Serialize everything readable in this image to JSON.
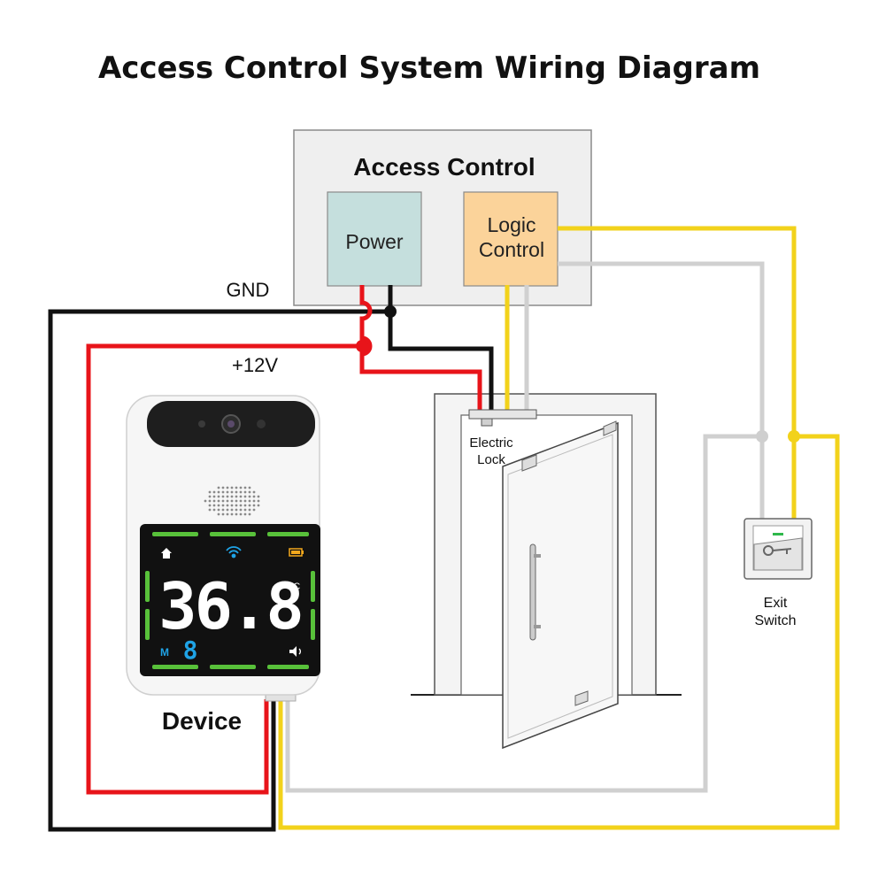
{
  "title": "Access Control System Wiring Diagram",
  "access_control": {
    "title": "Access Control",
    "power_label": "Power",
    "logic_label_line1": "Logic",
    "logic_label_line2": "Control"
  },
  "wires": {
    "gnd_label": "GND",
    "v12_label": "+12V"
  },
  "lock": {
    "label_line1": "Electric",
    "label_line2": "Lock"
  },
  "exit_switch": {
    "label_line1": "Exit",
    "label_line2": "Switch"
  },
  "device": {
    "label": "Device",
    "temperature": "36.8",
    "unit": "°C",
    "mode": "M",
    "count": "8"
  },
  "colors": {
    "gnd_wire": "#111111",
    "power_wire": "#e8141a",
    "signal_wire": "#f2d21b",
    "return_wire": "#cfcfcf",
    "power_box": "#c5dfdd",
    "logic_box": "#fbd39a",
    "panel_box": "#efefef",
    "display_segments": "#ffffff",
    "display_ring": "#58c13a",
    "counter_digit": "#1fa3e6"
  },
  "icons": [
    "home-icon",
    "wifi-icon",
    "battery-icon",
    "speaker-icon",
    "door-icon",
    "handle-icon"
  ]
}
